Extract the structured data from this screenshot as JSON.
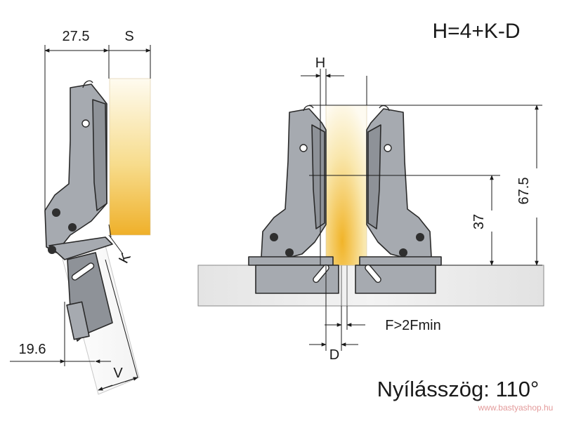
{
  "formula": "H=4+K-D",
  "opening_angle": "Nyílásszög: 110°",
  "website": "www.bastyashop.hu",
  "labels": {
    "dim_27_5": "27.5",
    "S": "S",
    "K": "K",
    "dim_19_6": "19.6",
    "V": "V",
    "H": "H",
    "dim_37": "37",
    "dim_67_5": "67.5",
    "F": "F>2Fmin",
    "D": "D"
  },
  "colors": {
    "door_light": "#fdf8e8",
    "door_dark": "#f0b52c",
    "cabinet": "#e6e6e6",
    "hinge_metal": "#a6aab0",
    "website_text": "#e39a9a"
  }
}
